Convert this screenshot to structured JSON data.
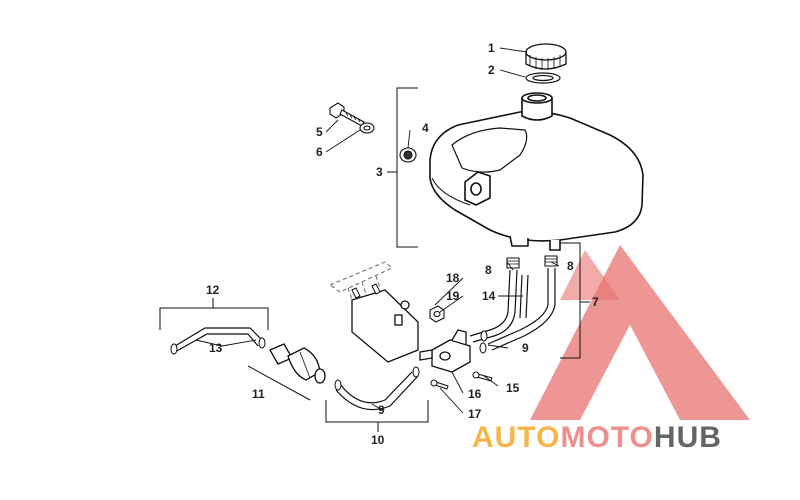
{
  "callouts": [
    "1",
    "2",
    "3",
    "4",
    "5",
    "6",
    "7",
    "8",
    "8",
    "9",
    "9",
    "10",
    "11",
    "12",
    "13",
    "14",
    "15",
    "16",
    "17",
    "18",
    "19"
  ],
  "watermark": {
    "part1": "AUTO",
    "part2": "MOTO",
    "part3": "HUB",
    "colors": {
      "logo": "#e8736f",
      "auto": "#f4a21c",
      "moto": "#e8736f",
      "hub": "#4a4a4a"
    }
  }
}
